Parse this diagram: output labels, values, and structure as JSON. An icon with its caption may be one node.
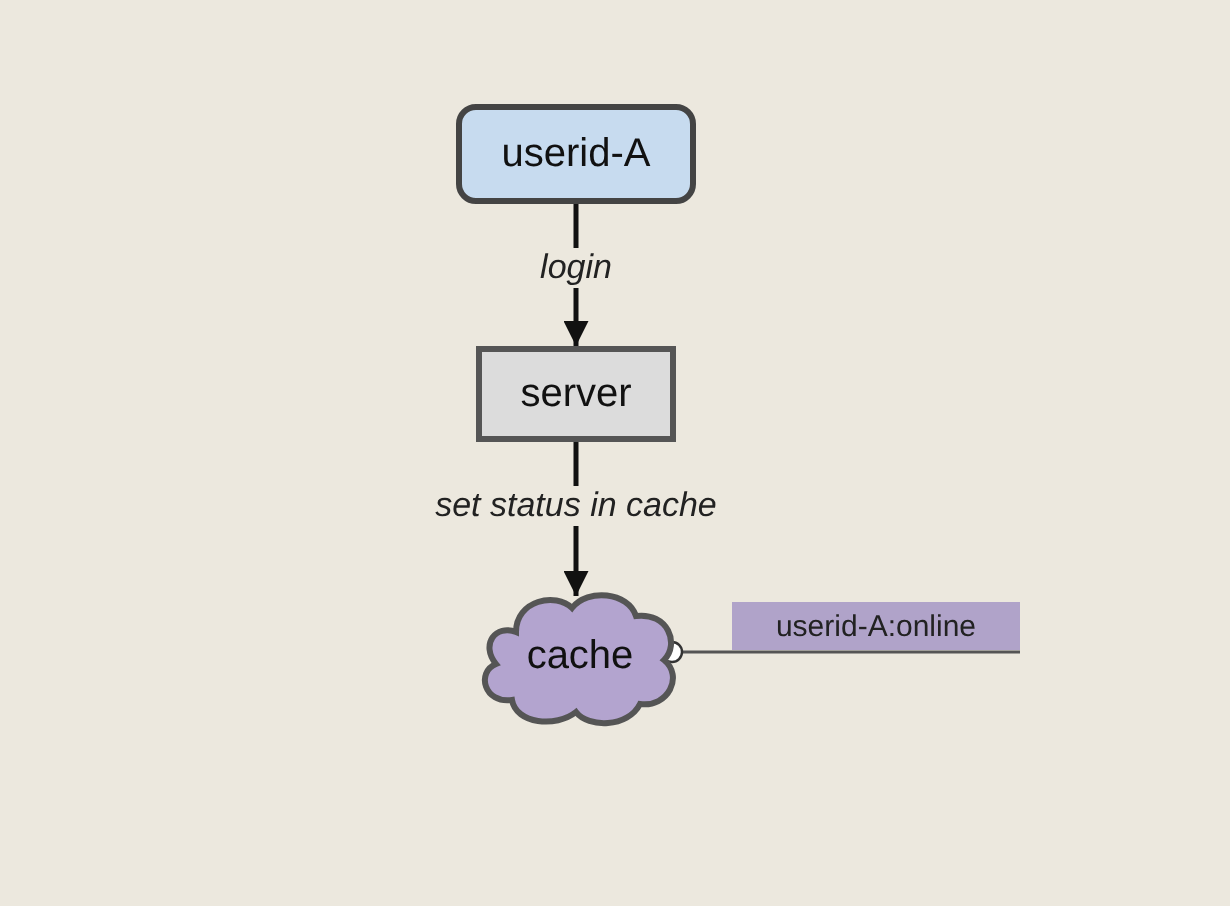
{
  "diagram": {
    "nodes": [
      {
        "text": [
          "userid-A"
        ]
      },
      {
        "text": [
          "server"
        ]
      },
      {
        "text": [
          "cache"
        ]
      },
      {
        "text": [
          "userid-A:online"
        ]
      }
    ],
    "edges": [
      {
        "from": 0,
        "to": 1,
        "arrow": "to",
        "label": "login"
      },
      {
        "from": 1,
        "to": 2,
        "arrow": "to",
        "label": "set status in cache"
      },
      {
        "from": 2,
        "to": 3,
        "arrow": "other"
      }
    ]
  }
}
